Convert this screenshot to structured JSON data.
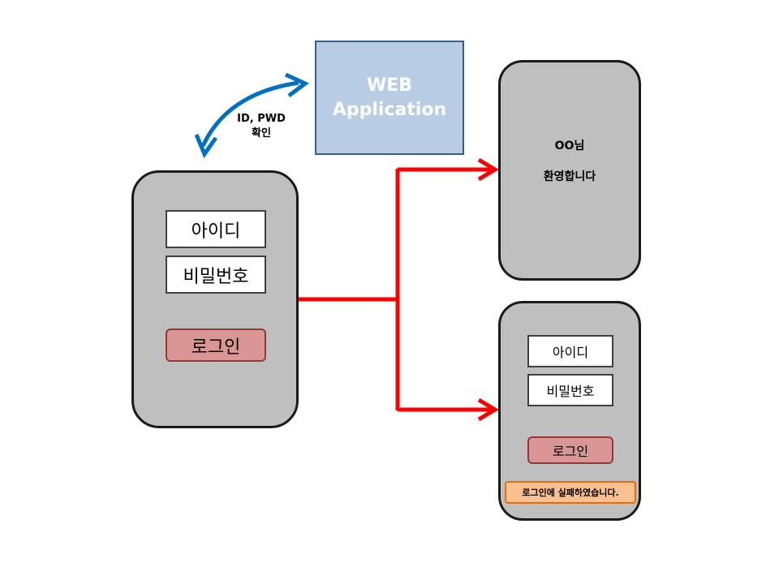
{
  "web_app": {
    "line1": "WEB",
    "line2": "Application"
  },
  "verify_label": {
    "line1": "ID, PWD",
    "line2": "확인"
  },
  "login_screen": {
    "id_placeholder": "아이디",
    "password_placeholder": "비밀번호",
    "login_button": "로그인"
  },
  "success_screen": {
    "user_line": "OO님",
    "welcome_line": "환영합니다"
  },
  "fail_screen": {
    "id_placeholder": "아이디",
    "password_placeholder": "비밀번호",
    "login_button": "로그인",
    "error_message": "로그인에 실패하였습니다."
  },
  "colors": {
    "phone_fill": "#bfbfbf",
    "web_app_fill": "#b8cce4",
    "verify_arrow": "#0070c0",
    "flow_arrow": "#ff0000",
    "button_fill": "#d99694",
    "error_fill": "#fac090"
  }
}
